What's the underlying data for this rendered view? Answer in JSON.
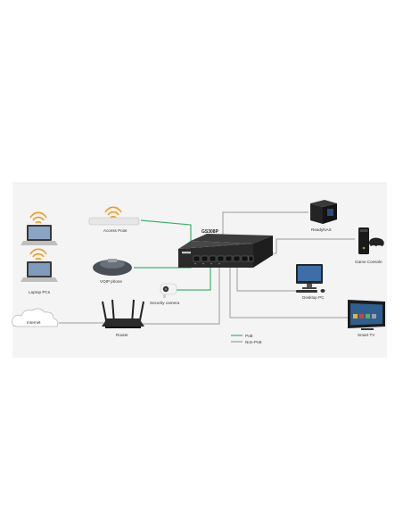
{
  "switch": {
    "model": "GS308P"
  },
  "devices": {
    "access_point": "Access Point",
    "laptop_pcs": "Laptop PCs",
    "voip_phone": "VOIP phone",
    "security_camera": "Security camera",
    "internet": "Internet",
    "router": "Router",
    "readynas": "ReadyNAS",
    "game_console": "Game Console",
    "desktop_pc": "Desktop PC",
    "smart_tv": "Smart TV"
  },
  "legend": {
    "items": [
      {
        "label": "PoE",
        "color": "#3db36b"
      },
      {
        "label": "Non-PoE",
        "color": "#9a9a9a"
      }
    ]
  },
  "colors": {
    "poe": "#3db36b",
    "non_poe": "#9a9a9a",
    "band": "#f4f4f4",
    "wifi": "#f29a1f"
  }
}
